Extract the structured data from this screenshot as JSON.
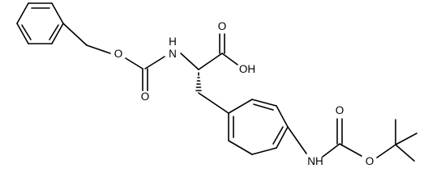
{
  "atoms": [
    {
      "id": "O1",
      "text": "O"
    },
    {
      "id": "N1",
      "text": "N"
    },
    {
      "id": "H1",
      "text": "H"
    },
    {
      "id": "O2",
      "text": "O"
    },
    {
      "id": "O3",
      "text": "O"
    },
    {
      "id": "OH",
      "text": "OH"
    },
    {
      "id": "O4",
      "text": "O"
    },
    {
      "id": "N2",
      "text": "NH"
    },
    {
      "id": "O5",
      "text": "O"
    }
  ]
}
